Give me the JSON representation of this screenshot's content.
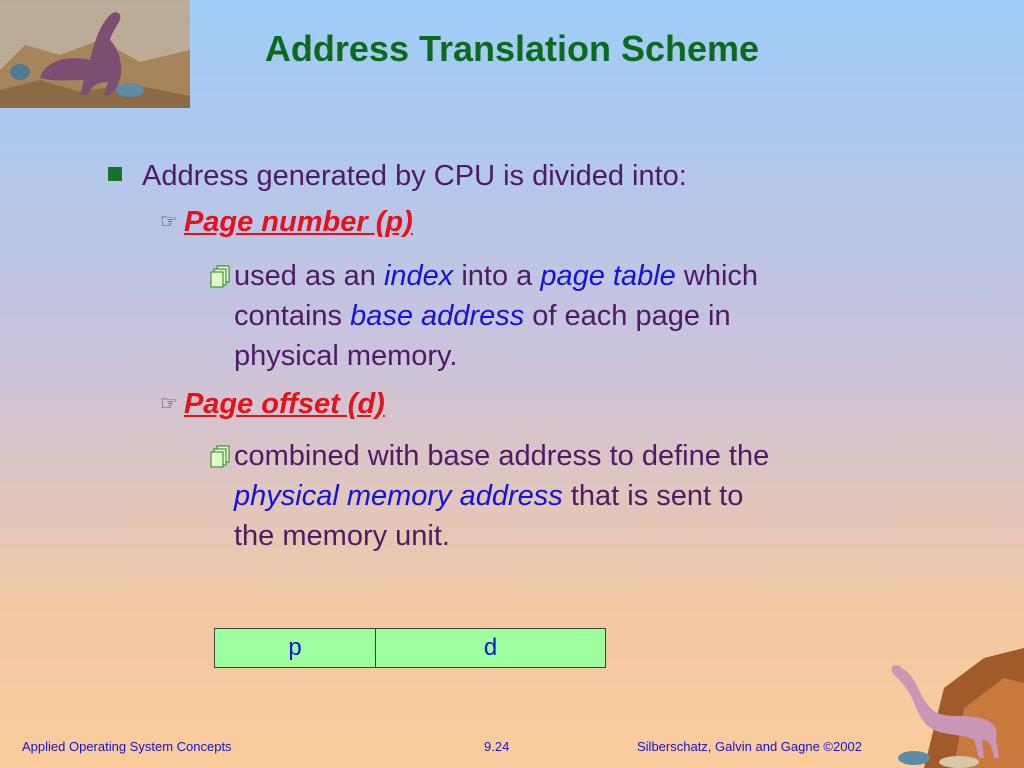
{
  "slide": {
    "title": "Address Translation Scheme",
    "bullet": "Address generated by CPU is divided into:",
    "page_number": {
      "label": "Page number (p)",
      "desc_1": "used as an ",
      "em_1": "index",
      "desc_2": " into a ",
      "em_2": "page table",
      "desc_3": " which",
      "desc_4": "contains ",
      "em_3": "base address",
      "desc_5": " of each page in",
      "desc_6": "physical memory."
    },
    "page_offset": {
      "label": "Page offset (d)",
      "desc_1": "combined with base address to define the",
      "em_1": "physical memory address",
      "desc_2": " that is sent to",
      "desc_3": "the memory unit."
    },
    "address_table": {
      "cells": [
        "p",
        "d"
      ]
    }
  },
  "footer": {
    "left": "Applied Operating System Concepts",
    "center": "9.24",
    "right": "Silberschatz, Galvin and  Gagne ©2002"
  },
  "colors": {
    "title": "#0b6a1c",
    "body_text": "#4f1a66",
    "emphasis": "#1414d6",
    "sub_heading": "#e8101a",
    "table_fill": "#9dff9d"
  }
}
